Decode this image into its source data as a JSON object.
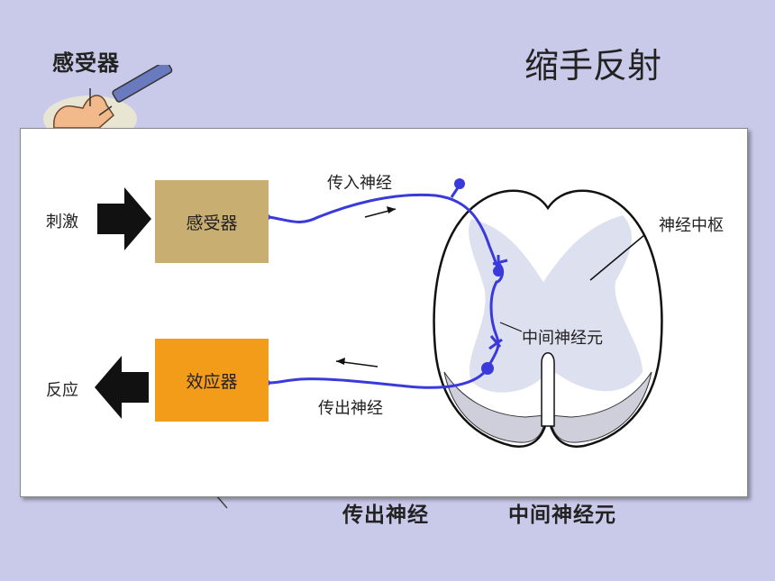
{
  "slide": {
    "title": "缩手反射",
    "background_color": "#c9c9e9"
  },
  "background_labels": {
    "receptor": "感受器",
    "efferent_nerve": "传出神经",
    "interneuron": "中间神经元"
  },
  "diagram": {
    "stimulus": "刺激",
    "receptor": "感受器",
    "afferent_nerve": "传入神经",
    "central_nervous_system": "神经中枢",
    "interneuron": "中间神经元",
    "efferent_nerve": "传出神经",
    "effector": "效应器",
    "response": "反应",
    "colors": {
      "receptor_box": "#c9ae71",
      "effector_box": "#f29c1a",
      "nerve": "#3a3adc",
      "gray_matter": "#dde0ee"
    }
  }
}
